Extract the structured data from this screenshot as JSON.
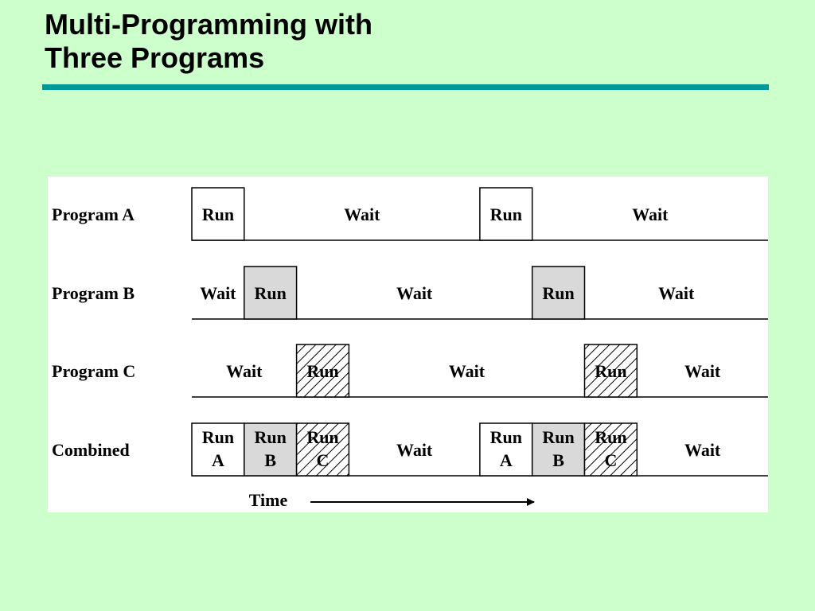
{
  "slide": {
    "title_line1": "Multi-Programming with",
    "title_line2": "Three Programs"
  },
  "colors": {
    "background": "#ccffcc",
    "rule": "#009999",
    "panel": "#ffffff",
    "run_b_fill": "#d9d9d9",
    "hatch": "#000000"
  },
  "diagram": {
    "time_label": "Time",
    "rows": [
      {
        "label": "Program A",
        "segments": [
          {
            "text": [
              "Run"
            ],
            "style": "plain",
            "start": 0,
            "end": 1
          },
          {
            "text": [
              "Wait"
            ],
            "style": "wait",
            "start": 1,
            "end": 5.5
          },
          {
            "text": [
              "Run"
            ],
            "style": "plain",
            "start": 5.5,
            "end": 6.5
          },
          {
            "text": [
              "Wait"
            ],
            "style": "wait",
            "start": 6.5,
            "end": 11
          }
        ]
      },
      {
        "label": "Program B",
        "segments": [
          {
            "text": [
              "Wait"
            ],
            "style": "wait",
            "start": 0,
            "end": 1
          },
          {
            "text": [
              "Run"
            ],
            "style": "gray",
            "start": 1,
            "end": 2
          },
          {
            "text": [
              "Wait"
            ],
            "style": "wait",
            "start": 2,
            "end": 6.5
          },
          {
            "text": [
              "Run"
            ],
            "style": "gray",
            "start": 6.5,
            "end": 7.5
          },
          {
            "text": [
              "Wait"
            ],
            "style": "wait",
            "start": 7.5,
            "end": 11
          }
        ]
      },
      {
        "label": "Program C",
        "segments": [
          {
            "text": [
              "Wait"
            ],
            "style": "wait",
            "start": 0,
            "end": 2
          },
          {
            "text": [
              "Run"
            ],
            "style": "hatch",
            "start": 2,
            "end": 3
          },
          {
            "text": [
              "Wait"
            ],
            "style": "wait",
            "start": 3,
            "end": 7.5
          },
          {
            "text": [
              "Run"
            ],
            "style": "hatch",
            "start": 7.5,
            "end": 8.5
          },
          {
            "text": [
              "Wait"
            ],
            "style": "wait",
            "start": 8.5,
            "end": 11
          }
        ]
      },
      {
        "label": "Combined",
        "segments": [
          {
            "text": [
              "Run",
              "A"
            ],
            "style": "plain",
            "start": 0,
            "end": 1
          },
          {
            "text": [
              "Run",
              "B"
            ],
            "style": "gray",
            "start": 1,
            "end": 2
          },
          {
            "text": [
              "Run",
              "C"
            ],
            "style": "hatch",
            "start": 2,
            "end": 3
          },
          {
            "text": [
              "Wait"
            ],
            "style": "wait",
            "start": 3,
            "end": 5.5
          },
          {
            "text": [
              "Run",
              "A"
            ],
            "style": "plain",
            "start": 5.5,
            "end": 6.5
          },
          {
            "text": [
              "Run",
              "B"
            ],
            "style": "gray",
            "start": 6.5,
            "end": 7.5
          },
          {
            "text": [
              "Run",
              "C"
            ],
            "style": "hatch",
            "start": 7.5,
            "end": 8.5
          },
          {
            "text": [
              "Wait"
            ],
            "style": "wait",
            "start": 8.5,
            "end": 11
          }
        ]
      }
    ]
  }
}
